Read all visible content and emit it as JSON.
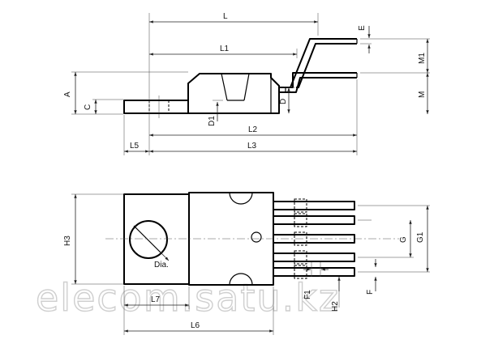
{
  "dimensions": {
    "L": "L",
    "L1": "L1",
    "L2": "L2",
    "L3": "L3",
    "L5": "L5",
    "L6": "L6",
    "L7": "L7",
    "A": "A",
    "C": "C",
    "D": "D",
    "D1": "D1",
    "E": "E",
    "M": "M",
    "M1": "M1",
    "H2": "H2",
    "H3": "H3",
    "F": "F",
    "F1": "F1",
    "G": "G",
    "G1": "G1",
    "Dia": "Dia."
  },
  "watermark": "elecom.satu.kz"
}
